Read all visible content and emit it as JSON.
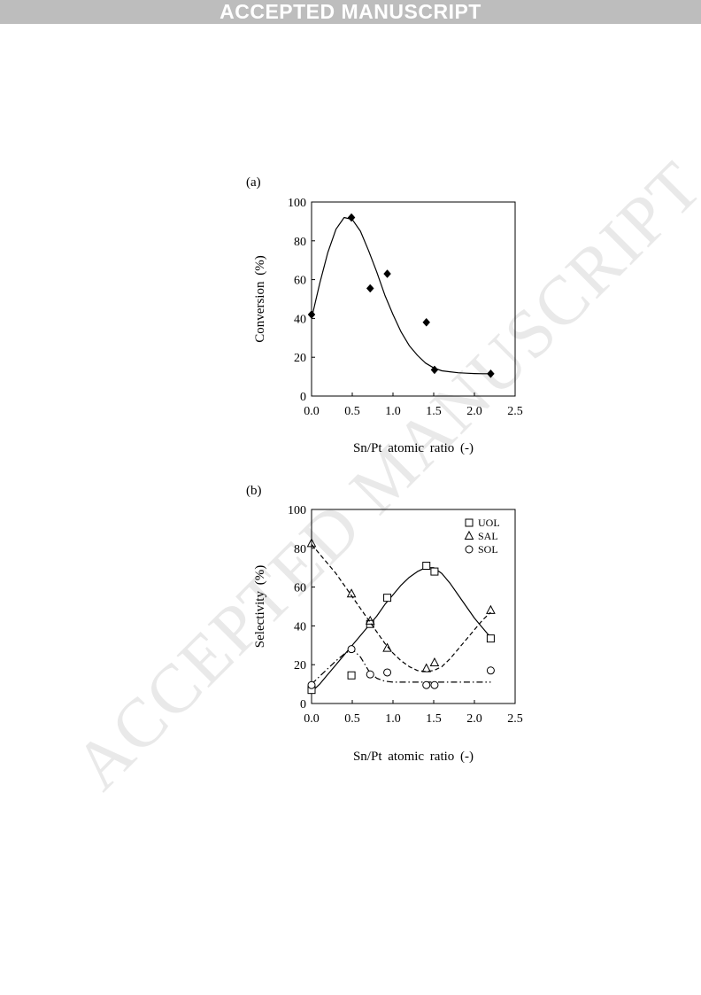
{
  "header": {
    "banner": "ACCEPTED MANUSCRIPT"
  },
  "watermark": {
    "text": "ACCEPTED MANUSCRIPT"
  },
  "chart_data": [
    {
      "panel_label": "(a)",
      "type": "scatter",
      "xlabel": "Sn/Pt atomic ratio (-)",
      "ylabel": "Conversion (%)",
      "xlim": [
        0,
        2.5
      ],
      "ylim": [
        0,
        100
      ],
      "xticks": [
        "0.0",
        "0.5",
        "1.0",
        "1.5",
        "2.0",
        "2.5"
      ],
      "yticks": [
        "0",
        "20",
        "40",
        "60",
        "80",
        "100"
      ],
      "series": [
        {
          "marker": "diamond-filled",
          "x": [
            0.0,
            0.49,
            0.72,
            0.93,
            1.41,
            1.51,
            2.2
          ],
          "y": [
            42,
            92,
            55.5,
            63,
            38,
            13.5,
            11.5
          ],
          "fit": {
            "style": "solid",
            "x": [
              0.0,
              0.1,
              0.2,
              0.3,
              0.4,
              0.5,
              0.6,
              0.7,
              0.8,
              0.9,
              1.0,
              1.1,
              1.2,
              1.3,
              1.4,
              1.5,
              1.6,
              1.7,
              1.8,
              1.9,
              2.0,
              2.1,
              2.2
            ],
            "y": [
              40,
              58,
              74,
              86,
              92,
              91,
              85,
              75,
              64,
              52,
              42,
              33,
              26,
              21,
              17,
              14.5,
              13,
              12.5,
              12,
              11.8,
              11.6,
              11.5,
              11.5
            ]
          }
        }
      ]
    },
    {
      "panel_label": "(b)",
      "type": "scatter",
      "xlabel": "Sn/Pt atomic ratio (-)",
      "ylabel": "Selectivity (%)",
      "xlim": [
        0,
        2.5
      ],
      "ylim": [
        0,
        100
      ],
      "xticks": [
        "0.0",
        "0.5",
        "1.0",
        "1.5",
        "2.0",
        "2.5"
      ],
      "yticks": [
        "0",
        "20",
        "40",
        "60",
        "80",
        "100"
      ],
      "legend_position": "top-right",
      "series": [
        {
          "name": "UOL",
          "marker": "square-open",
          "x": [
            0.0,
            0.49,
            0.72,
            0.93,
            1.41,
            1.51,
            2.2
          ],
          "y": [
            7,
            14.5,
            41,
            54.5,
            71,
            68,
            33.5
          ],
          "fit": {
            "style": "solid",
            "x": [
              0.0,
              0.1,
              0.2,
              0.3,
              0.4,
              0.5,
              0.6,
              0.7,
              0.8,
              0.9,
              1.0,
              1.1,
              1.2,
              1.3,
              1.4,
              1.5,
              1.6,
              1.7,
              1.8,
              1.9,
              2.0,
              2.1,
              2.2
            ],
            "y": [
              6,
              10,
              15,
              20,
              25,
              30,
              35,
              40,
              45,
              51,
              56,
              61,
              65,
              68,
              70,
              70,
              67,
              62,
              56,
              50,
              44,
              39,
              34
            ]
          }
        },
        {
          "name": "SAL",
          "marker": "triangle-open",
          "x": [
            0.0,
            0.49,
            0.72,
            0.93,
            1.41,
            1.51,
            2.2
          ],
          "y": [
            82.5,
            56.5,
            42.5,
            28.5,
            18,
            21,
            48
          ],
          "fit": {
            "style": "dashed",
            "x": [
              0.0,
              0.1,
              0.2,
              0.3,
              0.4,
              0.5,
              0.6,
              0.7,
              0.8,
              0.9,
              1.0,
              1.1,
              1.2,
              1.3,
              1.4,
              1.5,
              1.6,
              1.7,
              1.8,
              1.9,
              2.0,
              2.1,
              2.2
            ],
            "y": [
              82,
              77,
              72,
              67,
              61,
              55,
              49,
              43,
              37,
              31,
              26,
              22,
              19,
              17,
              16.5,
              17,
              19,
              23,
              28,
              33,
              38,
              43,
              47
            ]
          }
        },
        {
          "name": "SOL",
          "marker": "circle-open",
          "x": [
            0.0,
            0.49,
            0.72,
            0.93,
            1.41,
            1.51,
            2.2
          ],
          "y": [
            9.5,
            28,
            15,
            16,
            9.5,
            9.5,
            17
          ],
          "fit": {
            "style": "dashdot",
            "x": [
              0.0,
              0.1,
              0.2,
              0.3,
              0.4,
              0.5,
              0.6,
              0.7,
              0.8,
              0.9,
              1.0,
              1.2,
              1.4,
              1.6,
              1.8,
              2.0,
              2.2
            ],
            "y": [
              10,
              14,
              18,
              22,
              25.5,
              28,
              24,
              17,
              13,
              11.5,
              11,
              11,
              11,
              11,
              11,
              11,
              11
            ]
          }
        }
      ]
    }
  ]
}
